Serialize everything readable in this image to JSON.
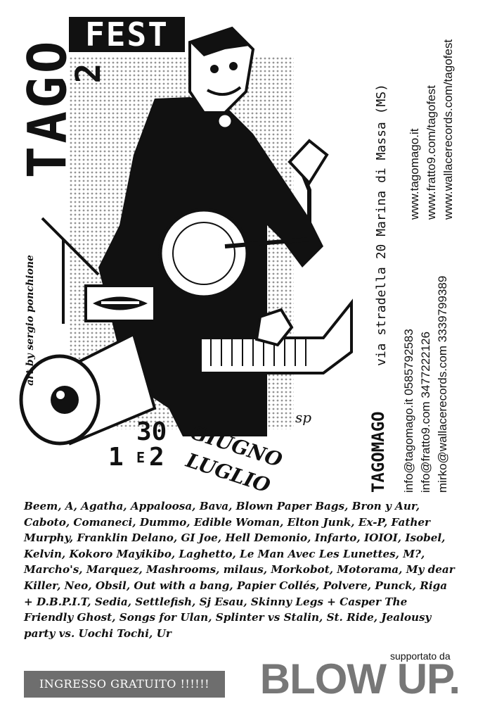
{
  "title": {
    "tago": "TAGO",
    "fest": "FEST",
    "edition": "2"
  },
  "credit": "art by sergio ponchione",
  "dates": {
    "day1": "30",
    "day2": "1",
    "conj": "E",
    "day3": "2",
    "month1": "GIUGNO",
    "month2": "LUGLIO"
  },
  "venue": {
    "name": "TAGOMAGO",
    "address": "via stradella 20  Marina di Massa (MS)"
  },
  "contacts": [
    "info@tagomago.it  0585792583",
    "info@fratto9.com  3477222126",
    "mirko@wallacerecords.com  3339799389"
  ],
  "websites": [
    "www.tagomago.it",
    "www.fratto9.com/tagofest",
    "www.wallacerecords.com/tagofest"
  ],
  "lineup": "Beem, A, Agatha, Appaloosa, Bava, Blown Paper Bags, Bron y Aur, Caboto, Comaneci, Dummo, Edible Woman, Elton Junk, Ex-P, Father Murphy, Franklin Delano, GI Joe, Hell Demonio, Infarto, IOIOI, Isobel, Kelvin, Kokoro Mayikibo, Laghetto, Le Man Avec Les Lunettes, M?, Marcho's, Marquez, Mashrooms, milaus, Morkobot, Motorama, My dear Killer, Neo, Obsil, Out with a bang, Papier Collés, Polvere, Punck, Riga + D.B.P.I.T, Sedia, Settlefish, Sj Esau, Skinny Legs + Casper The Friendly Ghost, Songs for Ulan, Splinter vs Stalin, St. Ride, Jealousy party vs. Uochi Tochi, Ur",
  "footer": {
    "support_label": "supportato da",
    "sponsor": "BLOW UP.",
    "entry": "INGRESSO GRATUITO !!!!!!"
  },
  "colors": {
    "ink": "#111111",
    "paper": "#ffffff",
    "gray_banner": "#6e6e6e",
    "sponsor_gray": "#777777"
  }
}
